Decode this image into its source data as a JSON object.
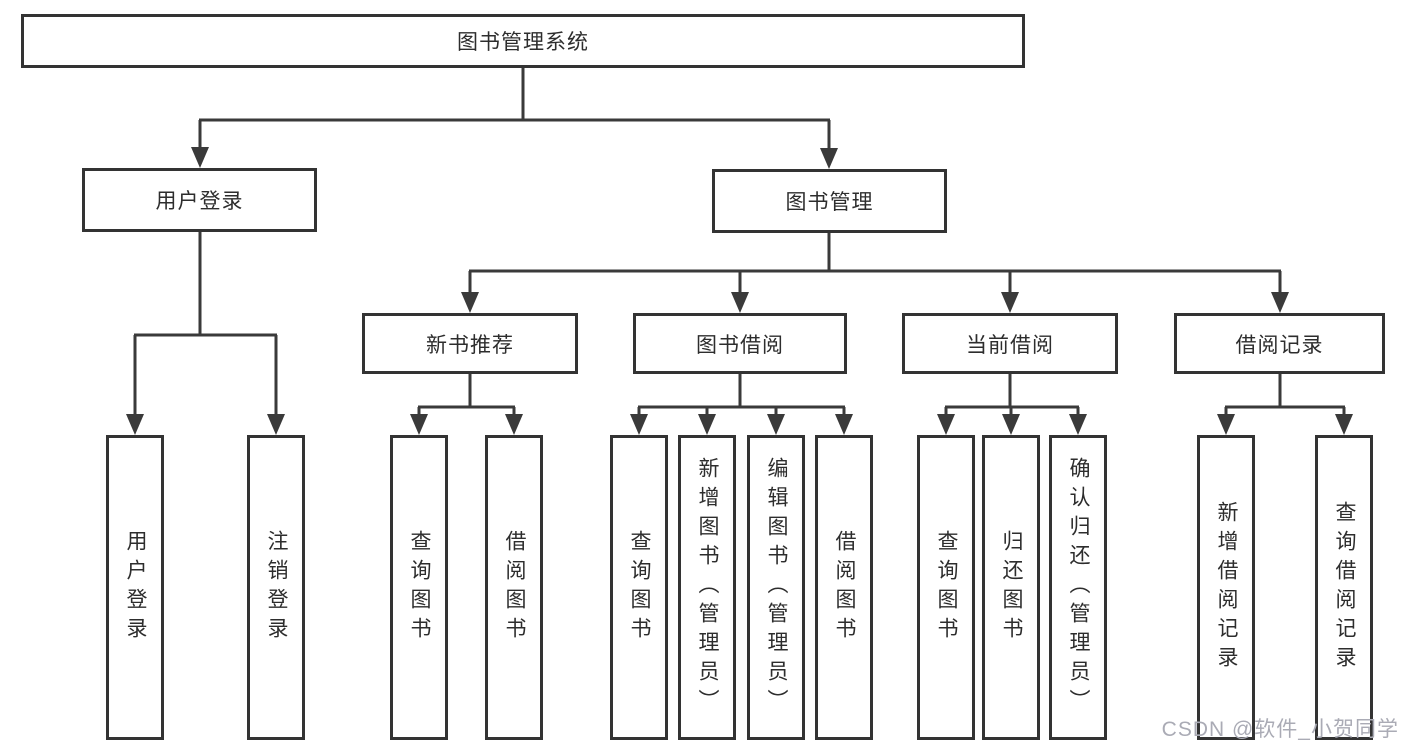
{
  "watermark": "CSDN @软件_小贺同学",
  "colors": {
    "line": "#3a3a3a",
    "box-border": "#333333",
    "box-bg": "#ffffff",
    "text": "#2d2d2d",
    "watermark": "#aaabb5",
    "page-bg": "#ffffff"
  },
  "tree": {
    "root": "图书管理系统",
    "children": [
      {
        "label": "用户登录",
        "children": [
          "用户登录",
          "注销登录"
        ]
      },
      {
        "label": "图书管理",
        "children": [
          {
            "label": "新书推荐",
            "children": [
              "查询图书",
              "借阅图书"
            ]
          },
          {
            "label": "图书借阅",
            "children": [
              "查询图书",
              "新增图书（管理员）",
              "编辑图书（管理员）",
              "借阅图书"
            ]
          },
          {
            "label": "当前借阅",
            "children": [
              "查询图书",
              "归还图书",
              "确认归还（管理员）"
            ]
          },
          {
            "label": "借阅记录",
            "children": [
              "新增借阅记录",
              "查询借阅记录"
            ]
          }
        ]
      }
    ]
  }
}
